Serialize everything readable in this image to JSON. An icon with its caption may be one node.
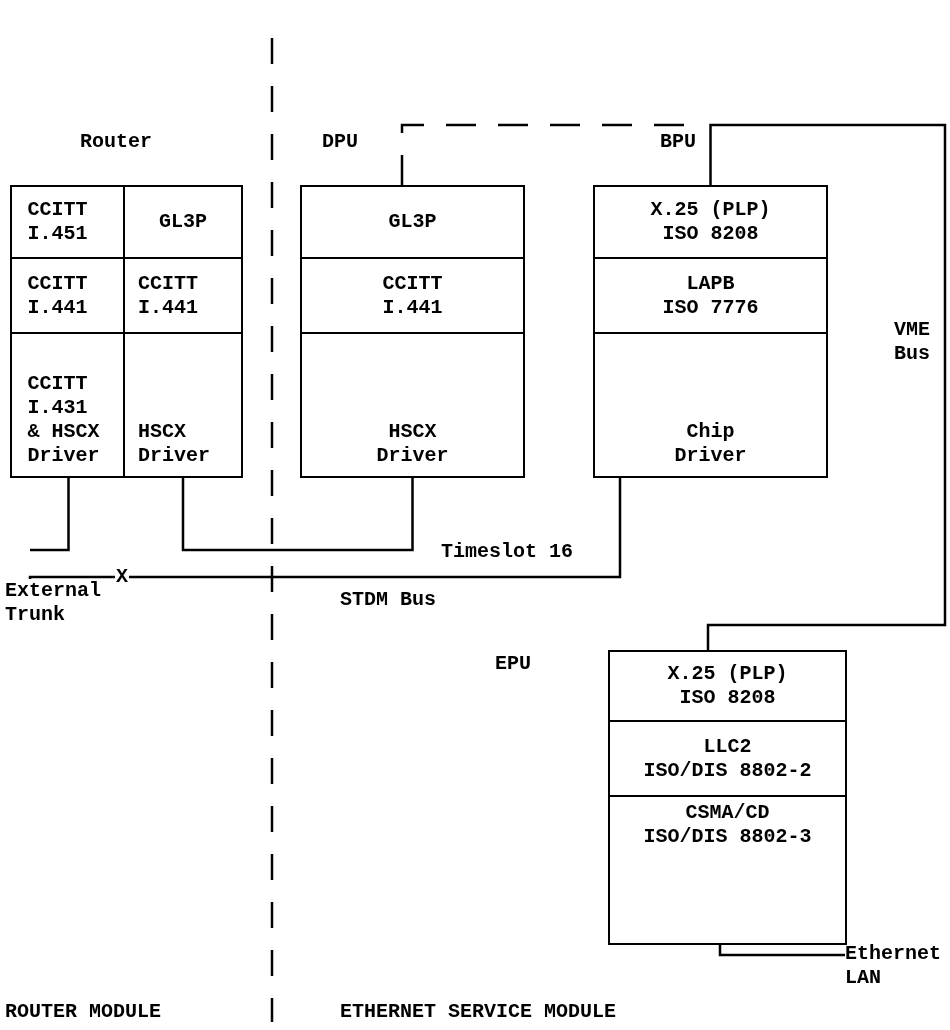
{
  "diagram": {
    "nodes": [
      {
        "text": [
          "Router"
        ]
      },
      {
        "text": [
          "CCITT I.451"
        ],
        "in": 0
      },
      {
        "text": [
          "GL3P"
        ],
        "in": 0
      },
      {
        "text": [
          "CCITT I.441"
        ],
        "in": 0
      },
      {
        "text": [
          "CCITT I.441"
        ],
        "in": 0
      },
      {
        "text": [
          "CCITT I.431 & HSCX Driver"
        ],
        "in": 0
      },
      {
        "text": [
          "HSCX Driver"
        ],
        "in": 0
      },
      {
        "text": [
          "DPU"
        ]
      },
      {
        "text": [
          "GL3P"
        ],
        "in": 7
      },
      {
        "text": [
          "CCITT I.441"
        ],
        "in": 7
      },
      {
        "text": [
          "HSCX Driver"
        ],
        "in": 7
      },
      {
        "text": [
          "BPU"
        ]
      },
      {
        "text": [
          "X.25 (PLP)",
          "ISO 8208"
        ],
        "in": 11
      },
      {
        "text": [
          "LAPB",
          "ISO 7776"
        ],
        "in": 11
      },
      {
        "text": [
          "Chip Driver"
        ],
        "in": 11
      },
      {
        "text": [
          "EPU"
        ]
      },
      {
        "text": [
          "X.25 (PLP)",
          "ISO 8208"
        ],
        "in": 15
      },
      {
        "text": [
          "LLC2",
          "ISO/DIS 8802-2"
        ],
        "in": 15
      },
      {
        "text": [
          "CSMA/CD",
          "ISO/DIS 8802-3"
        ],
        "in": 15
      },
      {
        "text": [
          "External Trunk"
        ]
      },
      {
        "text": [
          "Ethernet LAN"
        ]
      }
    ],
    "edges": [
      {
        "from": 5,
        "to": null,
        "arrow": "none"
      },
      {
        "from": 6,
        "to": 10,
        "arrow": "none",
        "label": "Timeslot 16"
      },
      {
        "from": 19,
        "to": 14,
        "arrow": "none",
        "label": "X"
      },
      {
        "from": 8,
        "to": 11,
        "arrow": "none",
        "style": "dashed"
      },
      {
        "from": 12,
        "to": 16,
        "arrow": "none",
        "label": "VME Bus"
      },
      {
        "from": 15,
        "to": 20,
        "arrow": "none"
      }
    ],
    "labels": [
      "STDM Bus",
      "ROUTER MODULE",
      "ETHERNET SERVICE MODULE"
    ]
  }
}
